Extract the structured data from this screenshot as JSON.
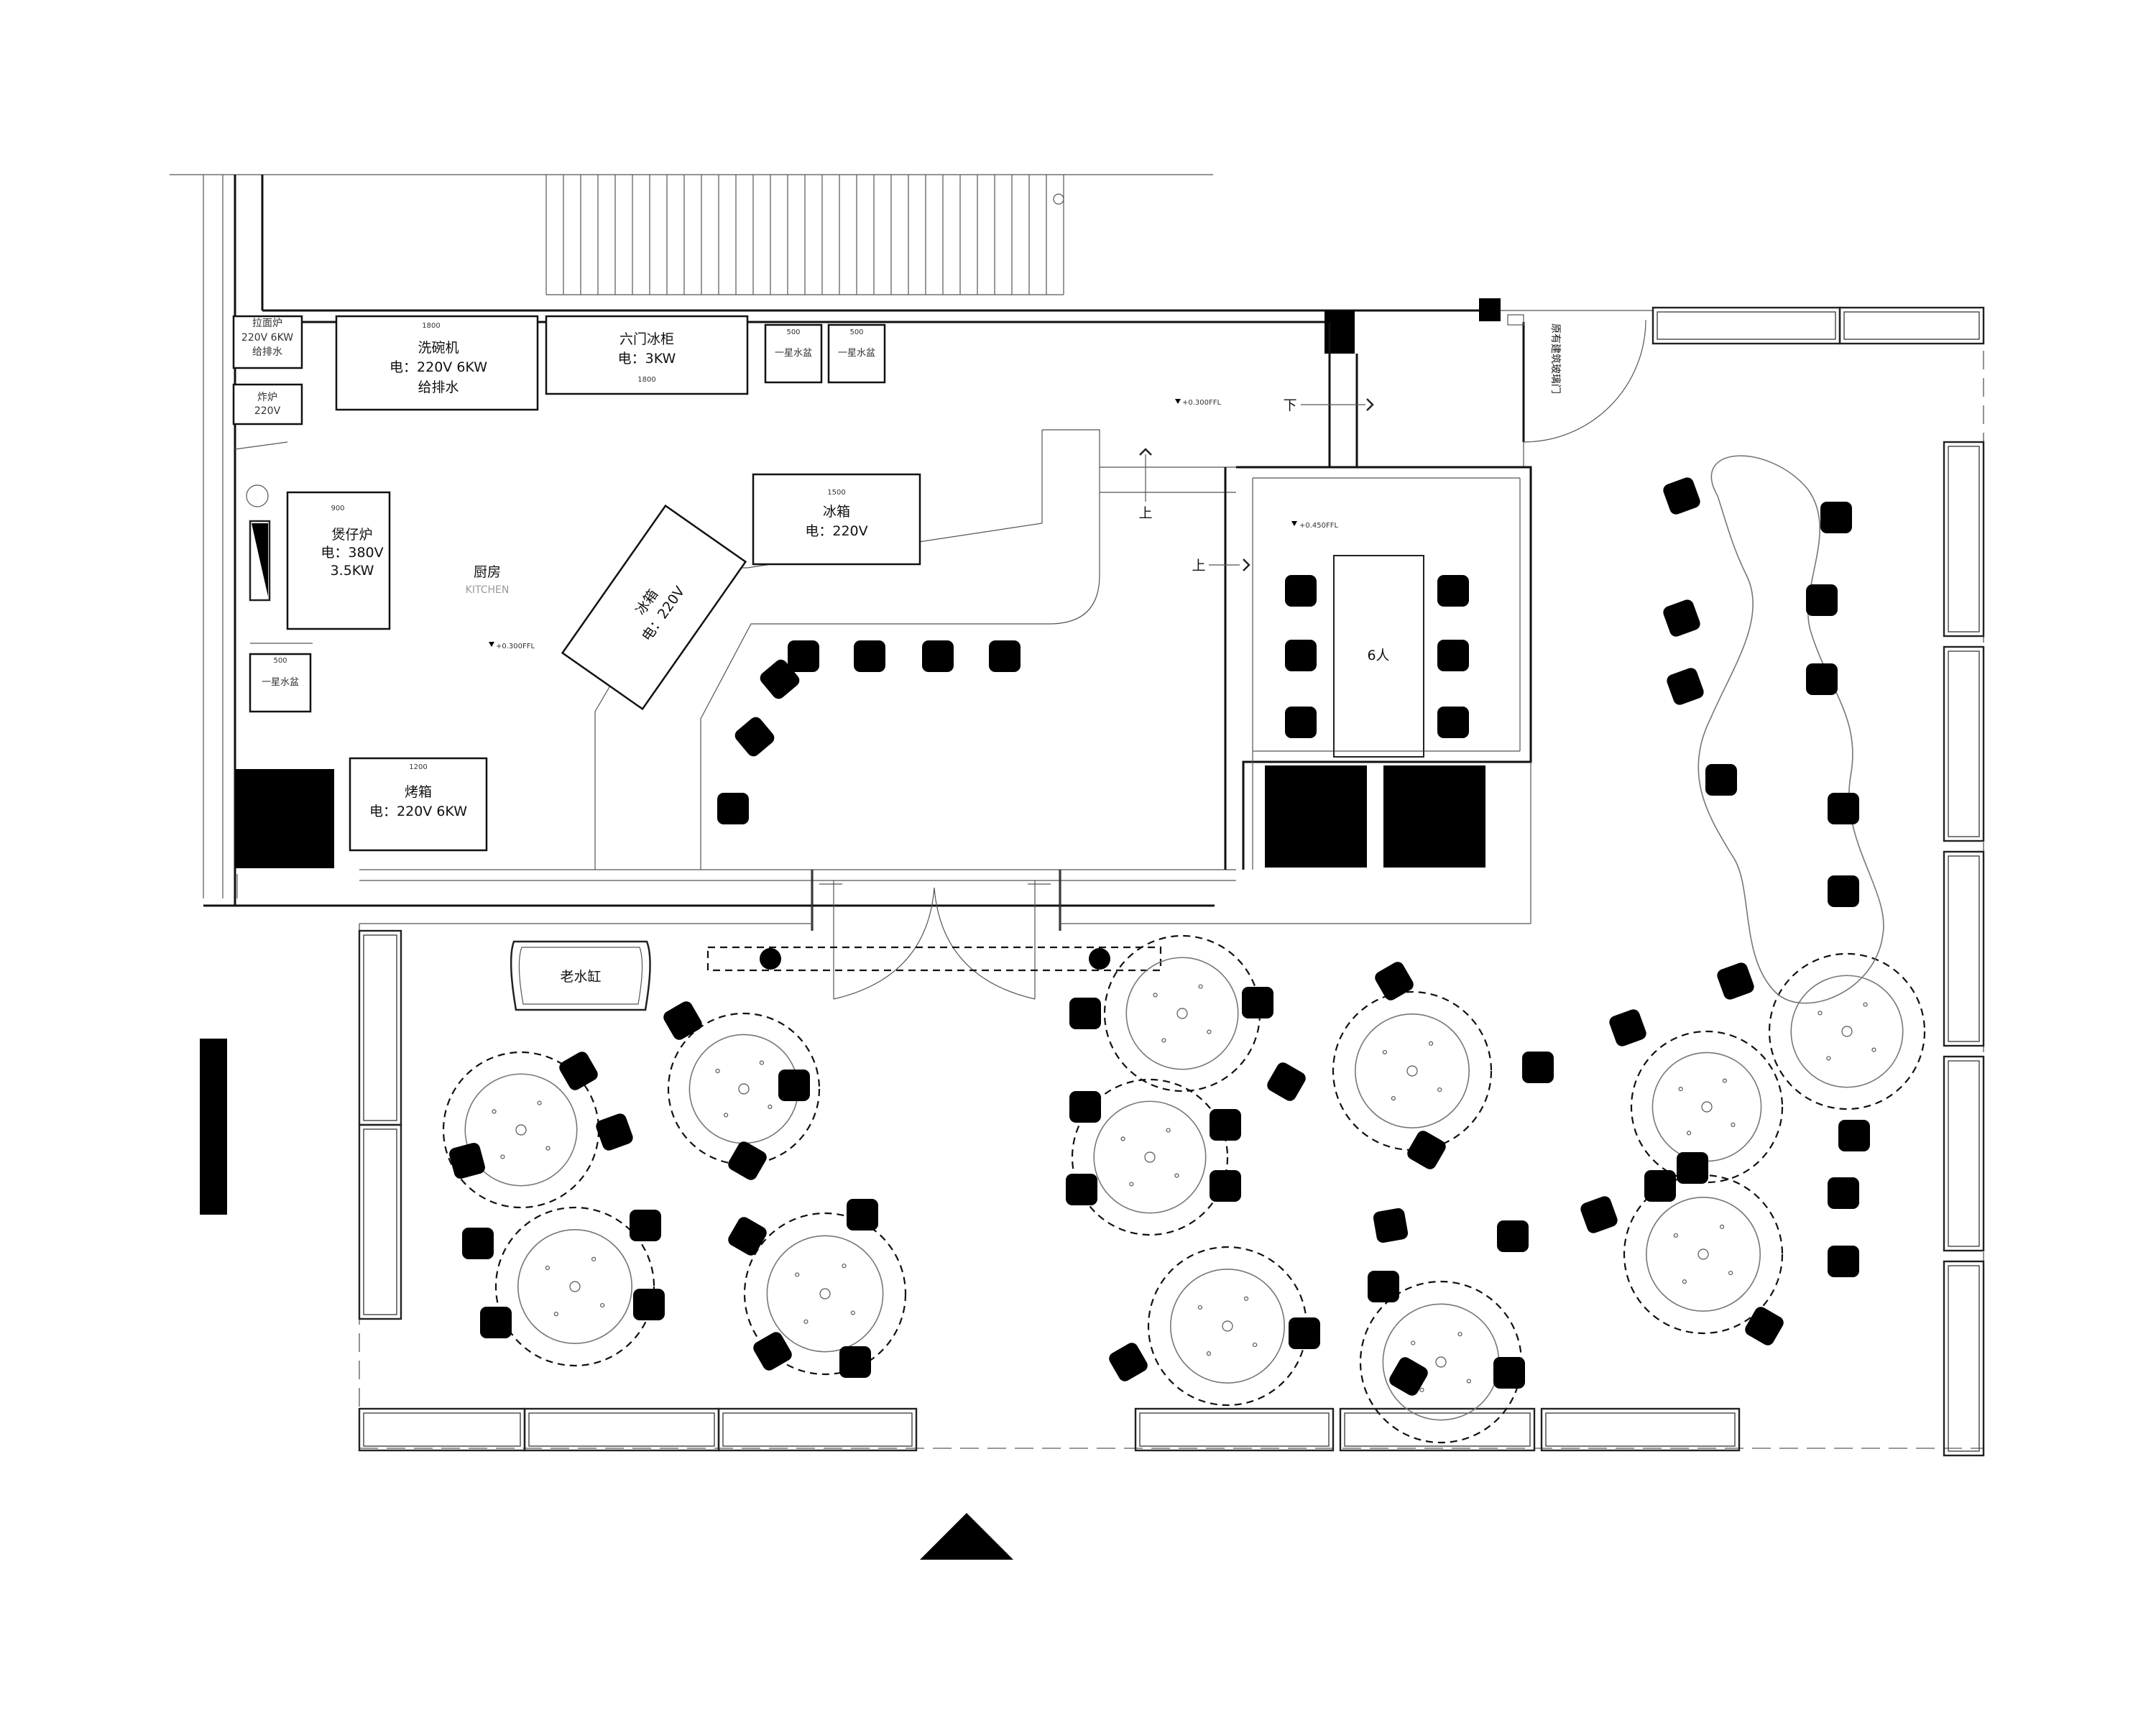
{
  "kitchen": {
    "name_cn": "厨房",
    "name_en": "KITCHEN",
    "level_mark": "+0.300FFL",
    "equipment": {
      "noodle_stove": {
        "name": "拉面炉",
        "power": "220V 6KW",
        "water": "给排水"
      },
      "fryer": {
        "name": "炸炉",
        "power": "220V"
      },
      "dishwasher": {
        "name": "洗碗机",
        "power": "电：220V 6KW",
        "water": "给排水",
        "dim": "1800"
      },
      "six_door_fridge": {
        "name": "六门冰柜",
        "power": "电：3KW",
        "dim": "1800"
      },
      "sink_1": {
        "name": "一星水盆",
        "dim": "500"
      },
      "sink_2": {
        "name": "一星水盆",
        "dim": "500"
      },
      "fridge_1": {
        "name": "冰箱",
        "power": "电：220V",
        "dim": "1500"
      },
      "fridge_2": {
        "name": "冰箱",
        "power": "电：220V"
      },
      "claypot_stove": {
        "name": "煲仔炉",
        "power1": "电：380V",
        "power2": "3.5KW",
        "dim": "900"
      },
      "sink_3": {
        "name": "一星水盆",
        "dim": "500"
      },
      "oven": {
        "name": "烤箱",
        "power": "电：220V 6KW",
        "dim": "1200"
      }
    }
  },
  "private_room": {
    "capacity": "6人",
    "level_mark": "+0.450FFL"
  },
  "corridor": {
    "level_mark": "+0.300FFL",
    "down": "下",
    "up1": "上",
    "up2": "上"
  },
  "door_label": "原有建筑玻璃门",
  "water_jar": "老水缸"
}
